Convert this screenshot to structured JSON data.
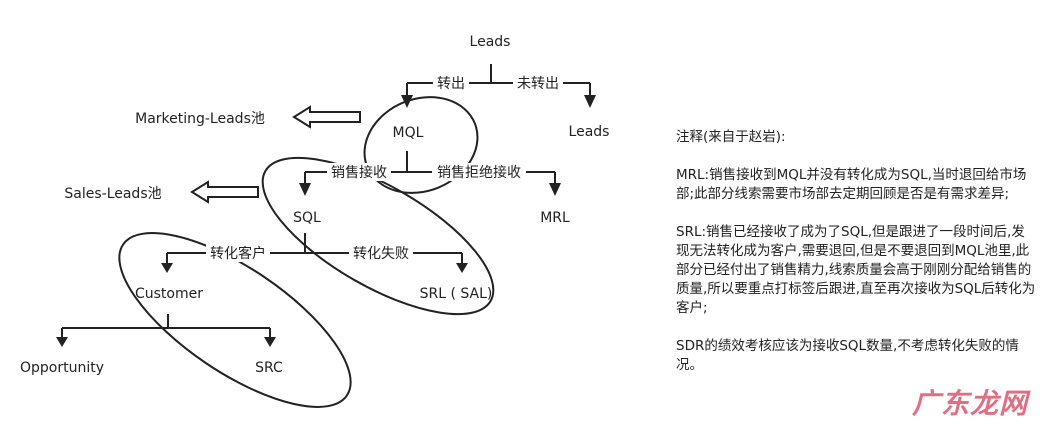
{
  "nodes": {
    "leads_top": "Leads",
    "marketing_pool": "Marketing-Leads池",
    "mql": "MQL",
    "leads_right": "Leads",
    "sales_pool": "Sales-Leads池",
    "sql": "SQL",
    "mrl": "MRL",
    "customer": "Customer",
    "srl": "SRL ( SAL)",
    "opportunity": "Opportunity",
    "src": "SRC"
  },
  "edges": {
    "convert": "转出",
    "not_convert": "未转出",
    "sales_accept": "销售接收",
    "sales_reject": "销售拒绝接收",
    "to_customer": "转化客户",
    "convert_fail": "转化失败"
  },
  "notes": {
    "title": "注释(来自于赵岩):",
    "mrl": "MRL:销售接收到MQL并没有转化成为SQL,当时退回给市场部;此部分线索需要市场部去定期回顾是否是有需求差异;",
    "srl": "SRL:销售已经接收了成为了SQL,但是跟进了一段时间后,发现无法转化成为客户,需要退回,但是不要退回到MQL池里,此部分已经付出了销售精力,线索质量会高于刚刚分配给销售的质量,所以要重点打标签后跟进,直至再次接收为SQL后转化为客户;",
    "sdr": "SDR的绩效考核应该为接收SQL数量,不考虑转化失败的情况。"
  },
  "watermark": "广东龙网",
  "colors": {
    "line": "#222222",
    "watermark": "#e06f84"
  }
}
